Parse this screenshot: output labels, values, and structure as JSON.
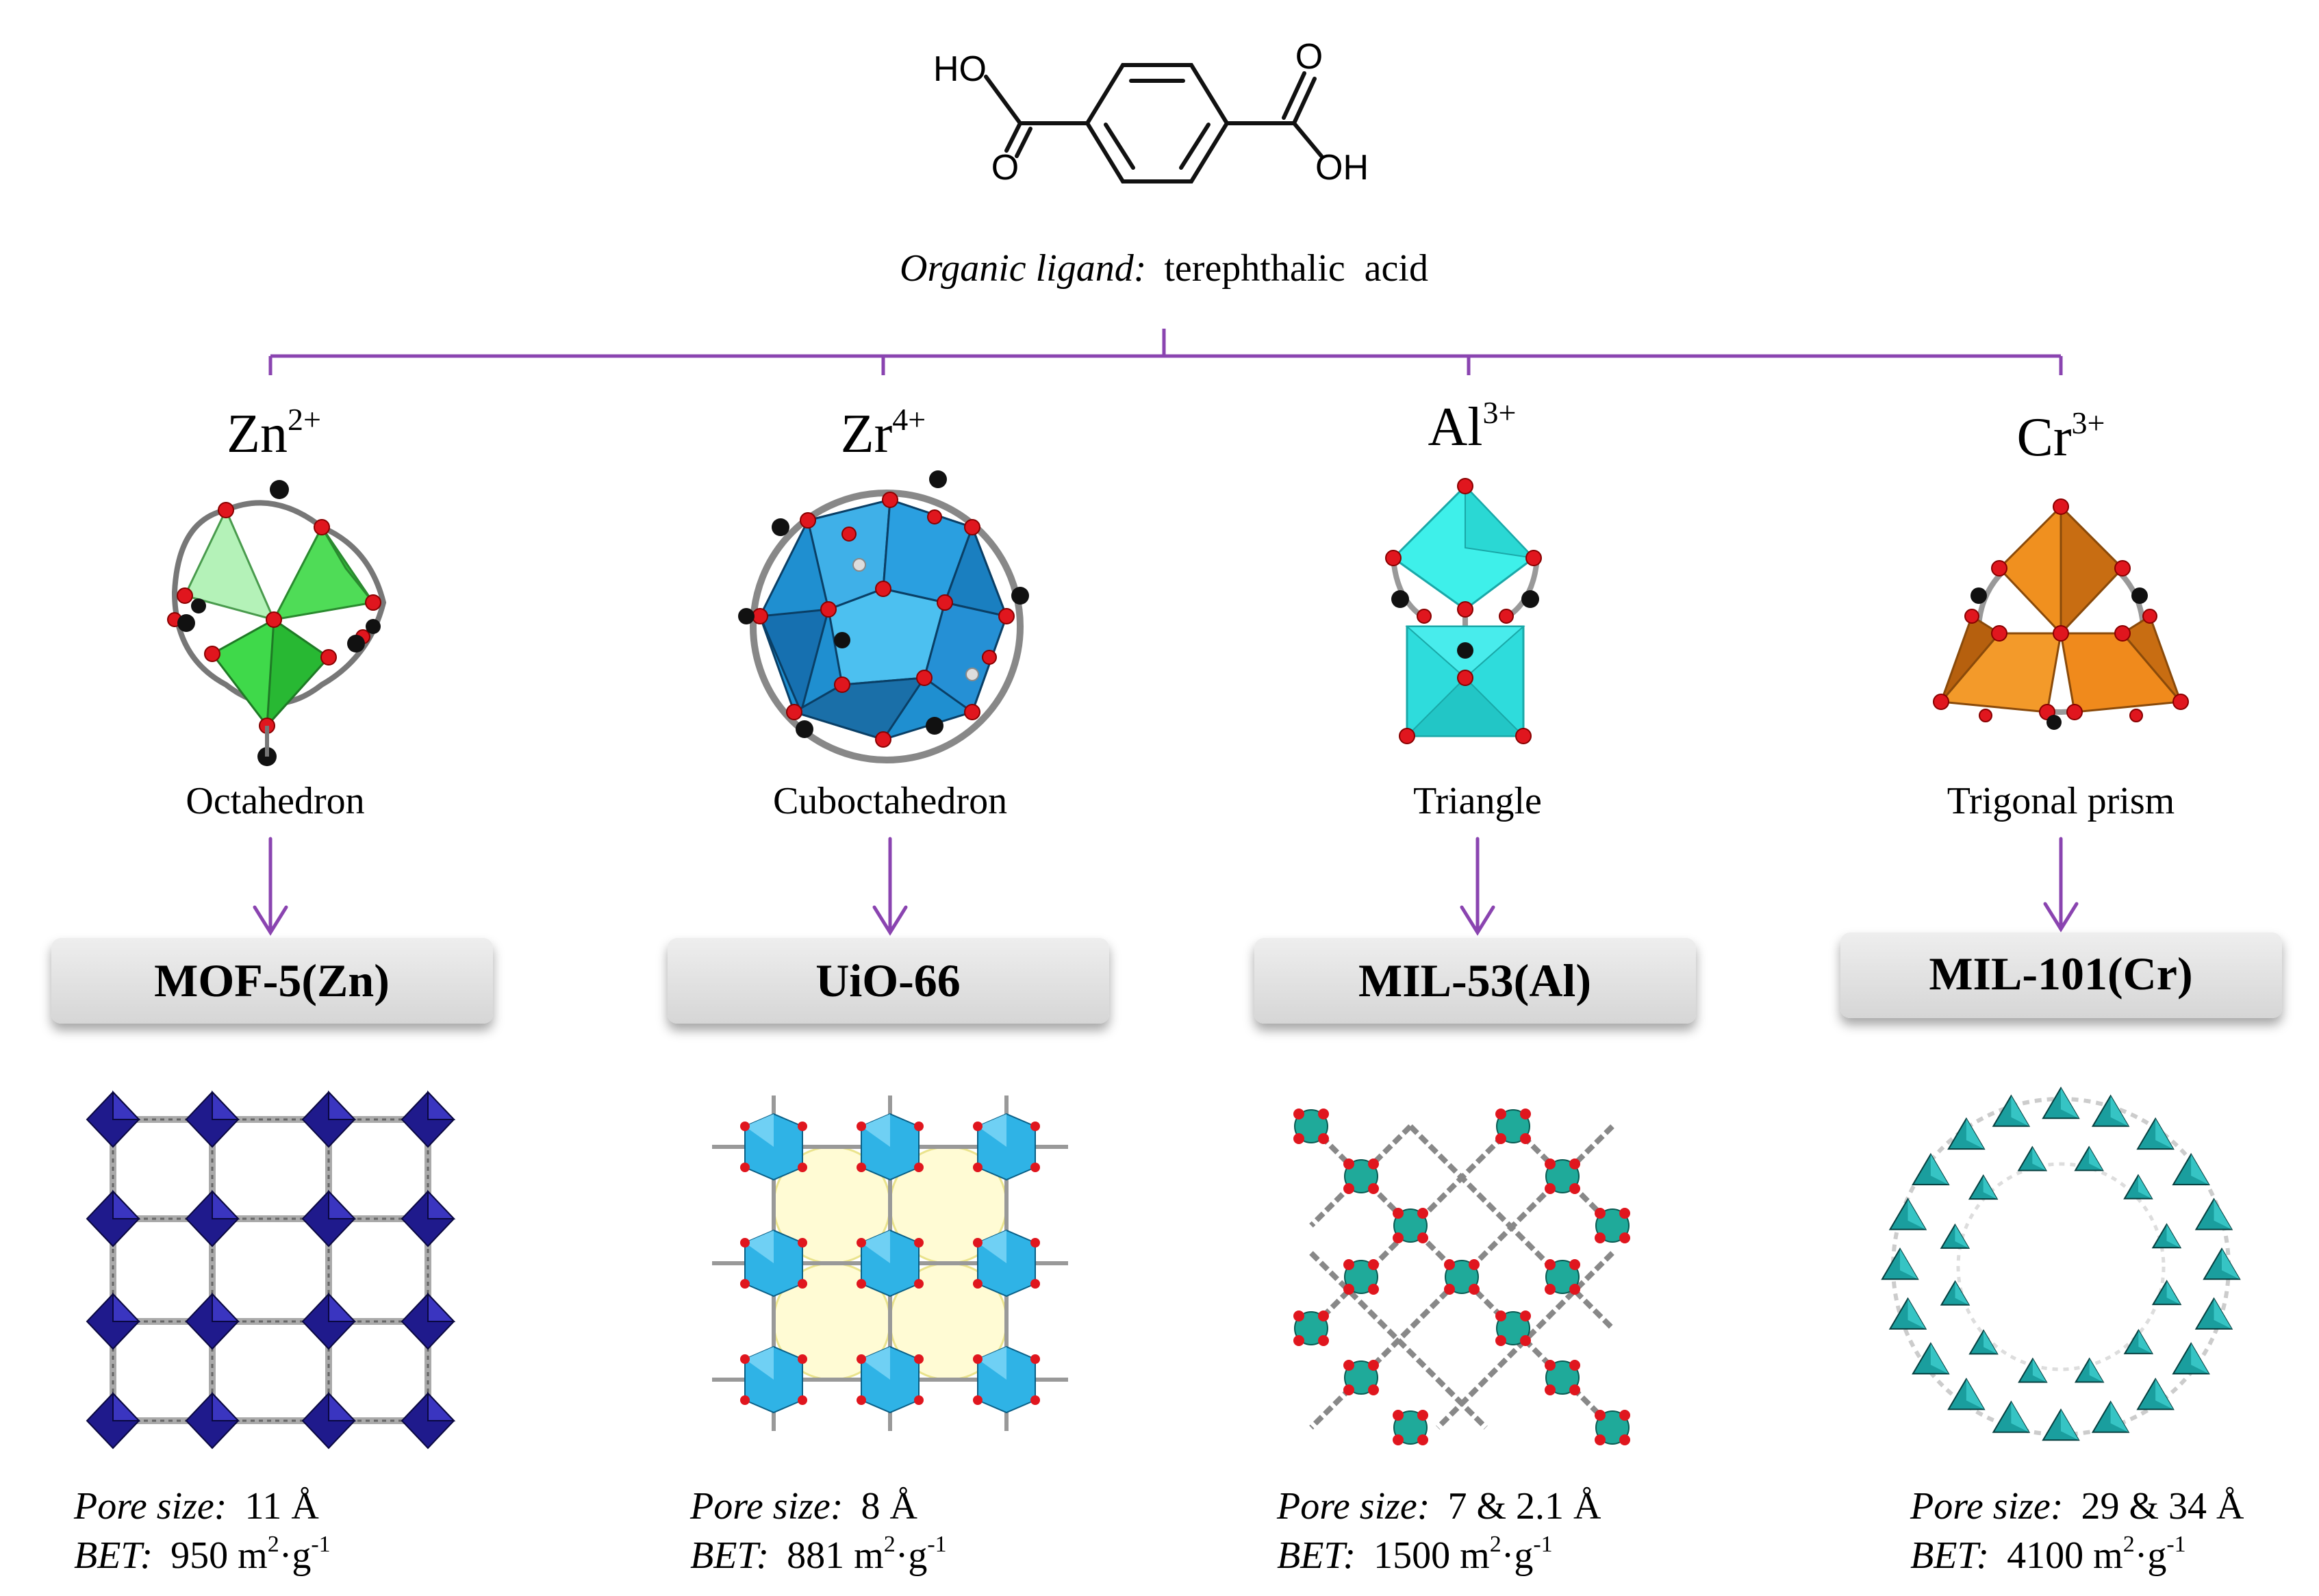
{
  "ligand": {
    "label_prefix": "Organic ligand:",
    "label_name": "terephthalic  acid",
    "atom_ho": "HO",
    "atom_o_top": "O",
    "atom_o_bottom": "O",
    "atom_oh": "OH"
  },
  "columns": [
    {
      "metal": "Zn",
      "charge": "2+",
      "geometry": "Octahedron",
      "mof": "MOF-5(Zn)",
      "pore_label": "Pore size:",
      "pore_value": "11 Å",
      "bet_label": "BET:",
      "bet_value": "950 m",
      "bet_sup1": "2",
      "bet_mid": "·g",
      "bet_sup2": "-1",
      "color": "#3fd94a",
      "structure_color": "#1f1a8c"
    },
    {
      "metal": "Zr",
      "charge": "4+",
      "geometry": "Cuboctahedron",
      "mof": "UiO-66",
      "pore_label": "Pore size:",
      "pore_value": "8 Å",
      "bet_label": "BET:",
      "bet_value": "881 m",
      "bet_sup1": "2",
      "bet_mid": "·g",
      "bet_sup2": "-1",
      "color": "#1f9fd8",
      "structure_color": "#2fb3e6"
    },
    {
      "metal": "Al",
      "charge": "3+",
      "geometry": "Triangle",
      "mof": "MIL-53(Al)",
      "pore_label": "Pore size:",
      "pore_value": "7 & 2.1 Å",
      "bet_label": "BET:",
      "bet_value": "1500 m",
      "bet_sup1": "2",
      "bet_mid": "·g",
      "bet_sup2": "-1",
      "color": "#2ee0e0",
      "structure_color": "#1faa9a"
    },
    {
      "metal": "Cr",
      "charge": "3+",
      "geometry": "Trigonal prism",
      "mof": "MIL-101(Cr)",
      "pore_label": "Pore size:",
      "pore_value": "29 & 34 Å",
      "bet_label": "BET:",
      "bet_value": "4100 m",
      "bet_sup1": "2",
      "bet_mid": "·g",
      "bet_sup2": "-1",
      "color": "#f08a1c",
      "structure_color": "#1a9e9e"
    }
  ],
  "colors": {
    "connector": "#8a44b0",
    "box_fill": "#e4e4e4",
    "oxygen": "#e0161e",
    "carbon": "#111111"
  }
}
